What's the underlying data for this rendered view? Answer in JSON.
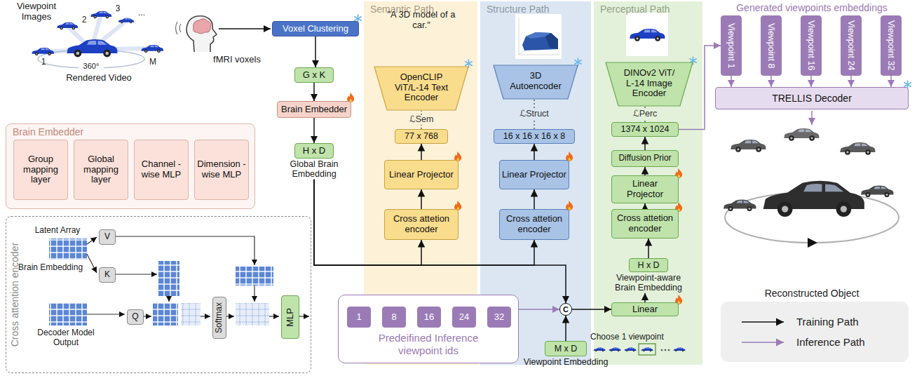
{
  "diagram": {
    "nodes": [
      {
        "text": [
          "Voxel Clustering"
        ]
      },
      {
        "text": [
          "G x K"
        ]
      },
      {
        "text": [
          "Brain Embedder"
        ]
      },
      {
        "text": [
          "H x D",
          "Global Brain Embedding"
        ]
      },
      {
        "text": [
          "Brain Embedder"
        ]
      },
      {
        "text": [
          "Group mapping layer"
        ],
        "in": 4
      },
      {
        "text": [
          "Global mapping layer"
        ],
        "in": 4
      },
      {
        "text": [
          "Channel -wise MLP"
        ],
        "in": 4
      },
      {
        "text": [
          "Dimension -wise MLP"
        ],
        "in": 4
      },
      {
        "text": [
          "Cross attention encoder"
        ]
      },
      {
        "text": [
          "V"
        ],
        "in": 9
      },
      {
        "text": [
          "K"
        ],
        "in": 9
      },
      {
        "text": [
          "Q"
        ],
        "in": 9
      },
      {
        "text": [
          "Softmax"
        ],
        "in": 9
      },
      {
        "text": [
          "MLP"
        ],
        "in": 9
      },
      {
        "text": [
          "Semantic Path"
        ]
      },
      {
        "text": [
          "OpenCLIP ViT/L-14 Text Encoder"
        ],
        "in": 15
      },
      {
        "text": [
          "77 x 768"
        ],
        "in": 15
      },
      {
        "text": [
          "Linear Projector"
        ],
        "in": 15
      },
      {
        "text": [
          "Cross attetion encoder"
        ],
        "in": 15
      },
      {
        "text": [
          "Structure Path"
        ]
      },
      {
        "text": [
          "3D Autoencoder"
        ],
        "in": 20
      },
      {
        "text": [
          "16 x 16 x 16 x 8"
        ],
        "in": 20
      },
      {
        "text": [
          "Linear Projector"
        ],
        "in": 20
      },
      {
        "text": [
          "Cross attetion encoder"
        ],
        "in": 20
      },
      {
        "text": [
          "Perceptual Path"
        ]
      },
      {
        "text": [
          "DINOv2 ViT/ L-14 Image Encoder"
        ],
        "in": 25
      },
      {
        "text": [
          "1374 x 1024"
        ],
        "in": 25
      },
      {
        "text": [
          "Diffusion Prior"
        ],
        "in": 25
      },
      {
        "text": [
          "Linear Projector"
        ],
        "in": 25
      },
      {
        "text": [
          "Cross attetion encoder"
        ],
        "in": 25
      },
      {
        "text": [
          "H x D",
          "Viewpoint-aware Brain Embedding"
        ],
        "in": 25
      },
      {
        "text": [
          "Linear"
        ],
        "in": 25
      },
      {
        "text": [
          "Predeifined Inference viewpoint ids"
        ]
      },
      {
        "text": [
          "1"
        ],
        "in": 33
      },
      {
        "text": [
          "8"
        ],
        "in": 33
      },
      {
        "text": [
          "16"
        ],
        "in": 33
      },
      {
        "text": [
          "24"
        ],
        "in": 33
      },
      {
        "text": [
          "32"
        ],
        "in": 33
      },
      {
        "text": [
          "C"
        ],
        "in": 20
      },
      {
        "text": [
          "M x D",
          "Viewpoint Embedding"
        ],
        "in": 20
      },
      {
        "text": [
          "Viewpoint 1"
        ]
      },
      {
        "text": [
          "Viewpoint 8"
        ]
      },
      {
        "text": [
          "Viewpoint 16"
        ]
      },
      {
        "text": [
          "Viewpoint 24"
        ]
      },
      {
        "text": [
          "Viewpoint 32"
        ]
      },
      {
        "text": [
          "TRELLIS Decoder"
        ]
      }
    ],
    "edges": [
      {
        "from": 0,
        "to": 1,
        "arrow": "to"
      },
      {
        "from": 1,
        "to": 2,
        "arrow": "to"
      },
      {
        "from": 2,
        "to": 3,
        "arrow": "to"
      },
      {
        "from": 3,
        "to": 39,
        "arrow": "to"
      },
      {
        "from": 3,
        "to": 19,
        "arrow": "to"
      },
      {
        "from": 3,
        "to": 24,
        "arrow": "to"
      },
      {
        "from": 39,
        "to": 32,
        "arrow": "to"
      },
      {
        "from": 40,
        "to": 39,
        "arrow": "to"
      },
      {
        "from": 33,
        "to": 39,
        "arrow": "to"
      },
      {
        "from": 32,
        "to": 31,
        "arrow": "to"
      },
      {
        "from": 31,
        "to": 30,
        "arrow": "to"
      },
      {
        "from": 30,
        "to": 29,
        "arrow": "to"
      },
      {
        "from": 29,
        "to": 28,
        "arrow": "to"
      },
      {
        "from": 28,
        "to": 27,
        "arrow": "to"
      },
      {
        "from": 27,
        "to": 26,
        "arrow": "none",
        "label": "ℒPerc"
      },
      {
        "from": 19,
        "to": 18,
        "arrow": "to"
      },
      {
        "from": 18,
        "to": 17,
        "arrow": "to"
      },
      {
        "from": 17,
        "to": 16,
        "arrow": "none",
        "label": "ℒSem"
      },
      {
        "from": 24,
        "to": 23,
        "arrow": "to"
      },
      {
        "from": 23,
        "to": 22,
        "arrow": "to"
      },
      {
        "from": 22,
        "to": 21,
        "arrow": "none",
        "label": "ℒStruct"
      },
      {
        "from": 27,
        "to": 41,
        "arrow": "to"
      },
      {
        "from": 41,
        "to": 46,
        "arrow": "to"
      },
      {
        "from": 42,
        "to": 46,
        "arrow": "to"
      },
      {
        "from": 43,
        "to": 46,
        "arrow": "to"
      },
      {
        "from": 44,
        "to": 46,
        "arrow": "to"
      },
      {
        "from": 45,
        "to": 46,
        "arrow": "to"
      }
    ],
    "labels": [
      "Viewpoint Images",
      "1",
      "2",
      "3",
      "...",
      "M",
      "360°",
      "Rendered Video",
      "fMRI voxels",
      "\"A 3D model of a car.\"",
      "Generated viewpoints embeddings",
      "Choose 1 viewpoint",
      "Reconstructed Object",
      "Latent Array",
      "Brain Embedding",
      "Decoder Model Output"
    ],
    "legend": [
      {
        "text": "Training Path"
      },
      {
        "text": "Inference Path"
      }
    ]
  }
}
